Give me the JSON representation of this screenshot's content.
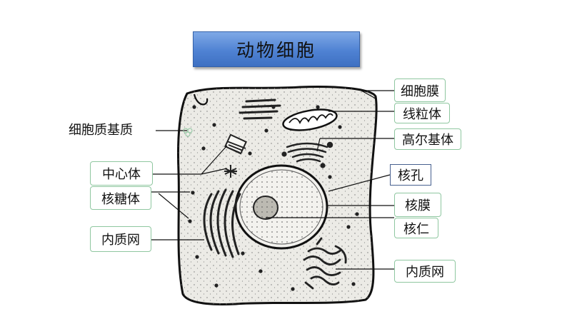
{
  "title": "动物细胞",
  "labels": {
    "cytoplasm_matrix": "细胞质基质",
    "centrosome": "中心体",
    "ribosome": "核糖体",
    "er_left": "内质网",
    "cell_membrane": "细胞膜",
    "mitochondrion": "线粒体",
    "golgi": "高尔基体",
    "nuclear_pore": "核孔",
    "nuclear_membrane": "核膜",
    "nucleolus": "核仁",
    "er_right": "内质网"
  },
  "colors": {
    "title_fill": "#4f82d3",
    "label_border": "#8fc7a0",
    "pore_label_border": "#47608f",
    "cell_fill": "#ecebe6"
  }
}
